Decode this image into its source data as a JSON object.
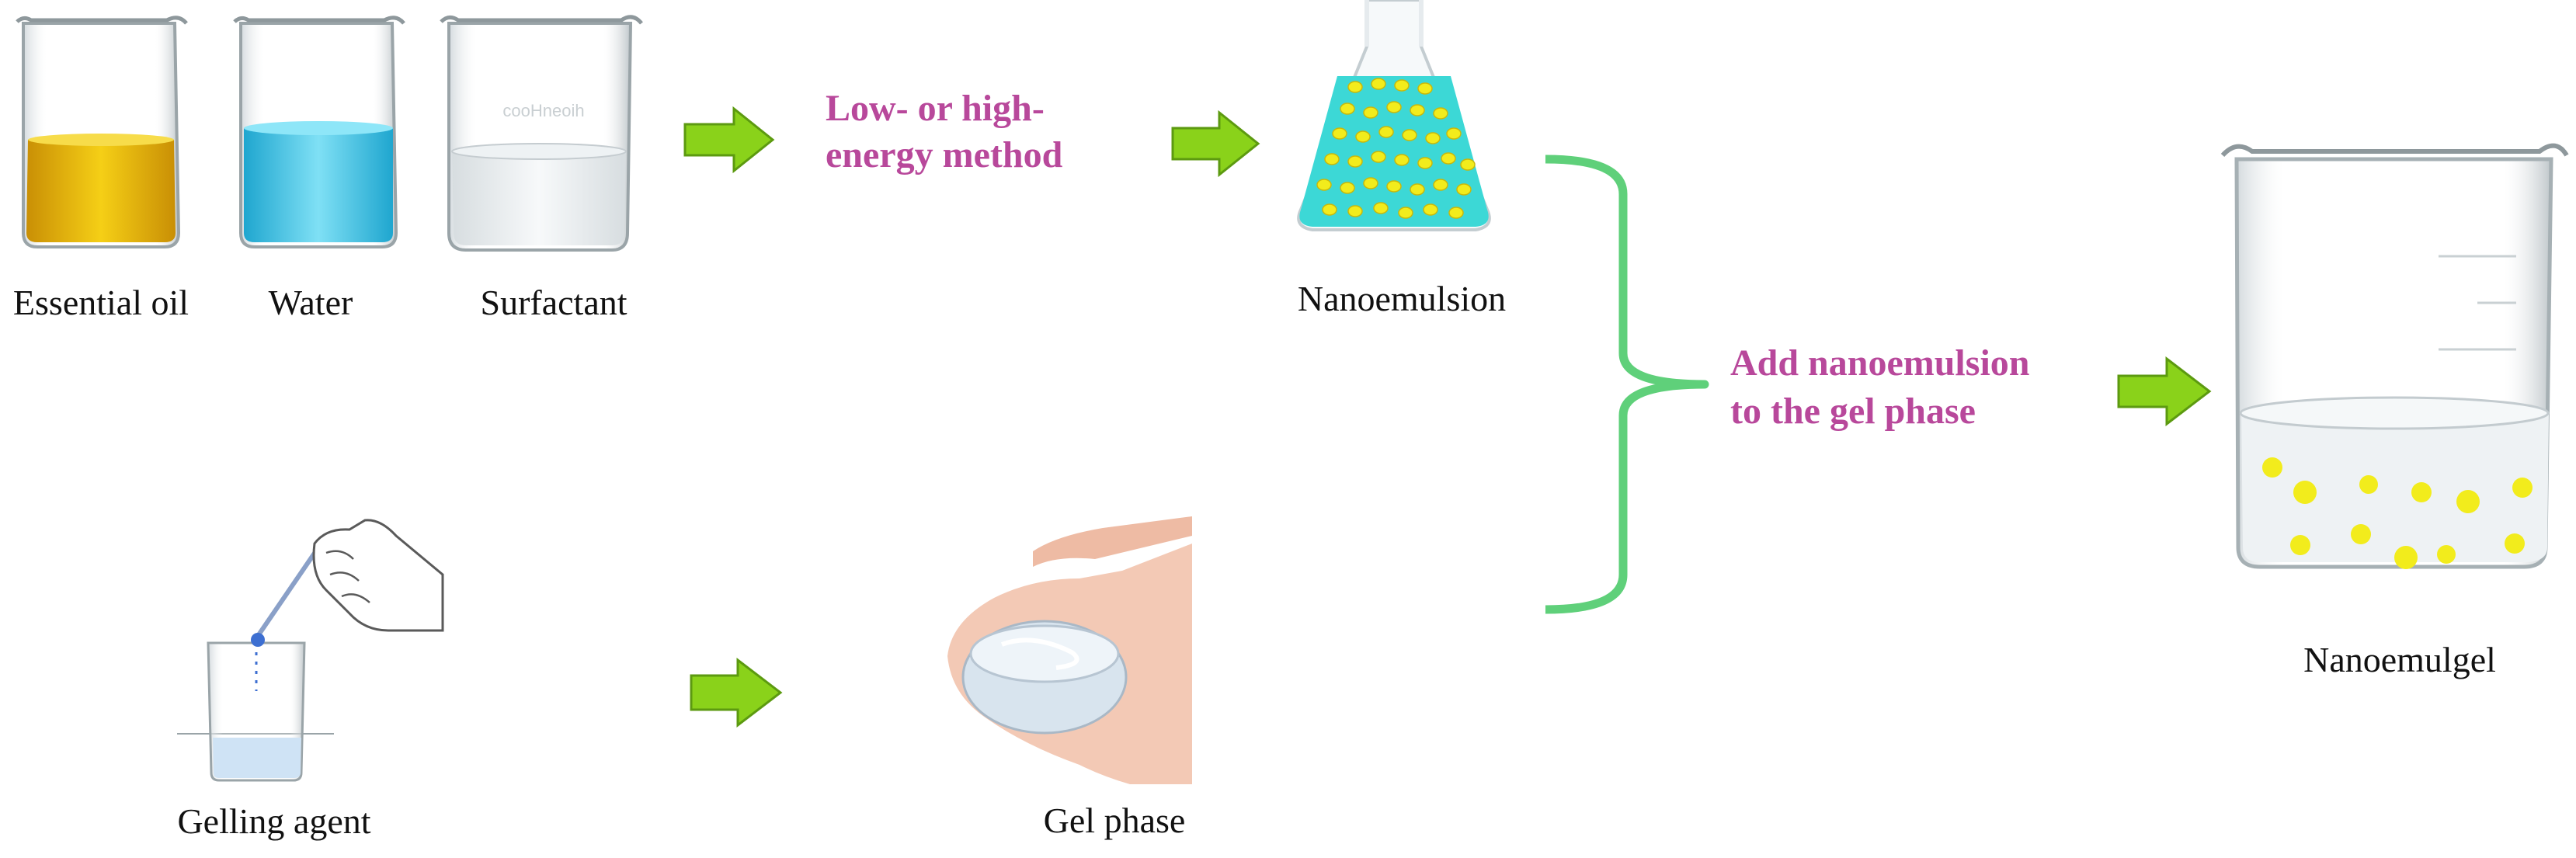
{
  "colors": {
    "oil": "#f0c20e",
    "water": "#3fc4e6",
    "arrow": "#8ad21a",
    "arrow_stroke": "#5c9a10",
    "bracket": "#5fd07a",
    "method_text": "#b8489b",
    "droplet": "#f2ec1c",
    "flask_liquid": "#3cd8d6",
    "skin": "#f3c9b5"
  },
  "labels": {
    "essential_oil": "Essential oil",
    "water": "Water",
    "surfactant": "Surfactant",
    "method_line1": "Low- or high-",
    "method_line2": "energy method",
    "nanoemulsion": "Nanoemulsion",
    "add_line1": "Add nanoemulsion",
    "add_line2": "to the gel phase",
    "nanoemulgel": "Nanoemulgel",
    "gelling_agent": "Gelling agent",
    "gel_phase": "Gel phase"
  },
  "icons": {
    "arrow": "right-arrow-icon",
    "bracket": "curly-brace-icon",
    "beaker": "beaker-icon",
    "flask": "flask-icon",
    "hand": "hand-icon"
  }
}
